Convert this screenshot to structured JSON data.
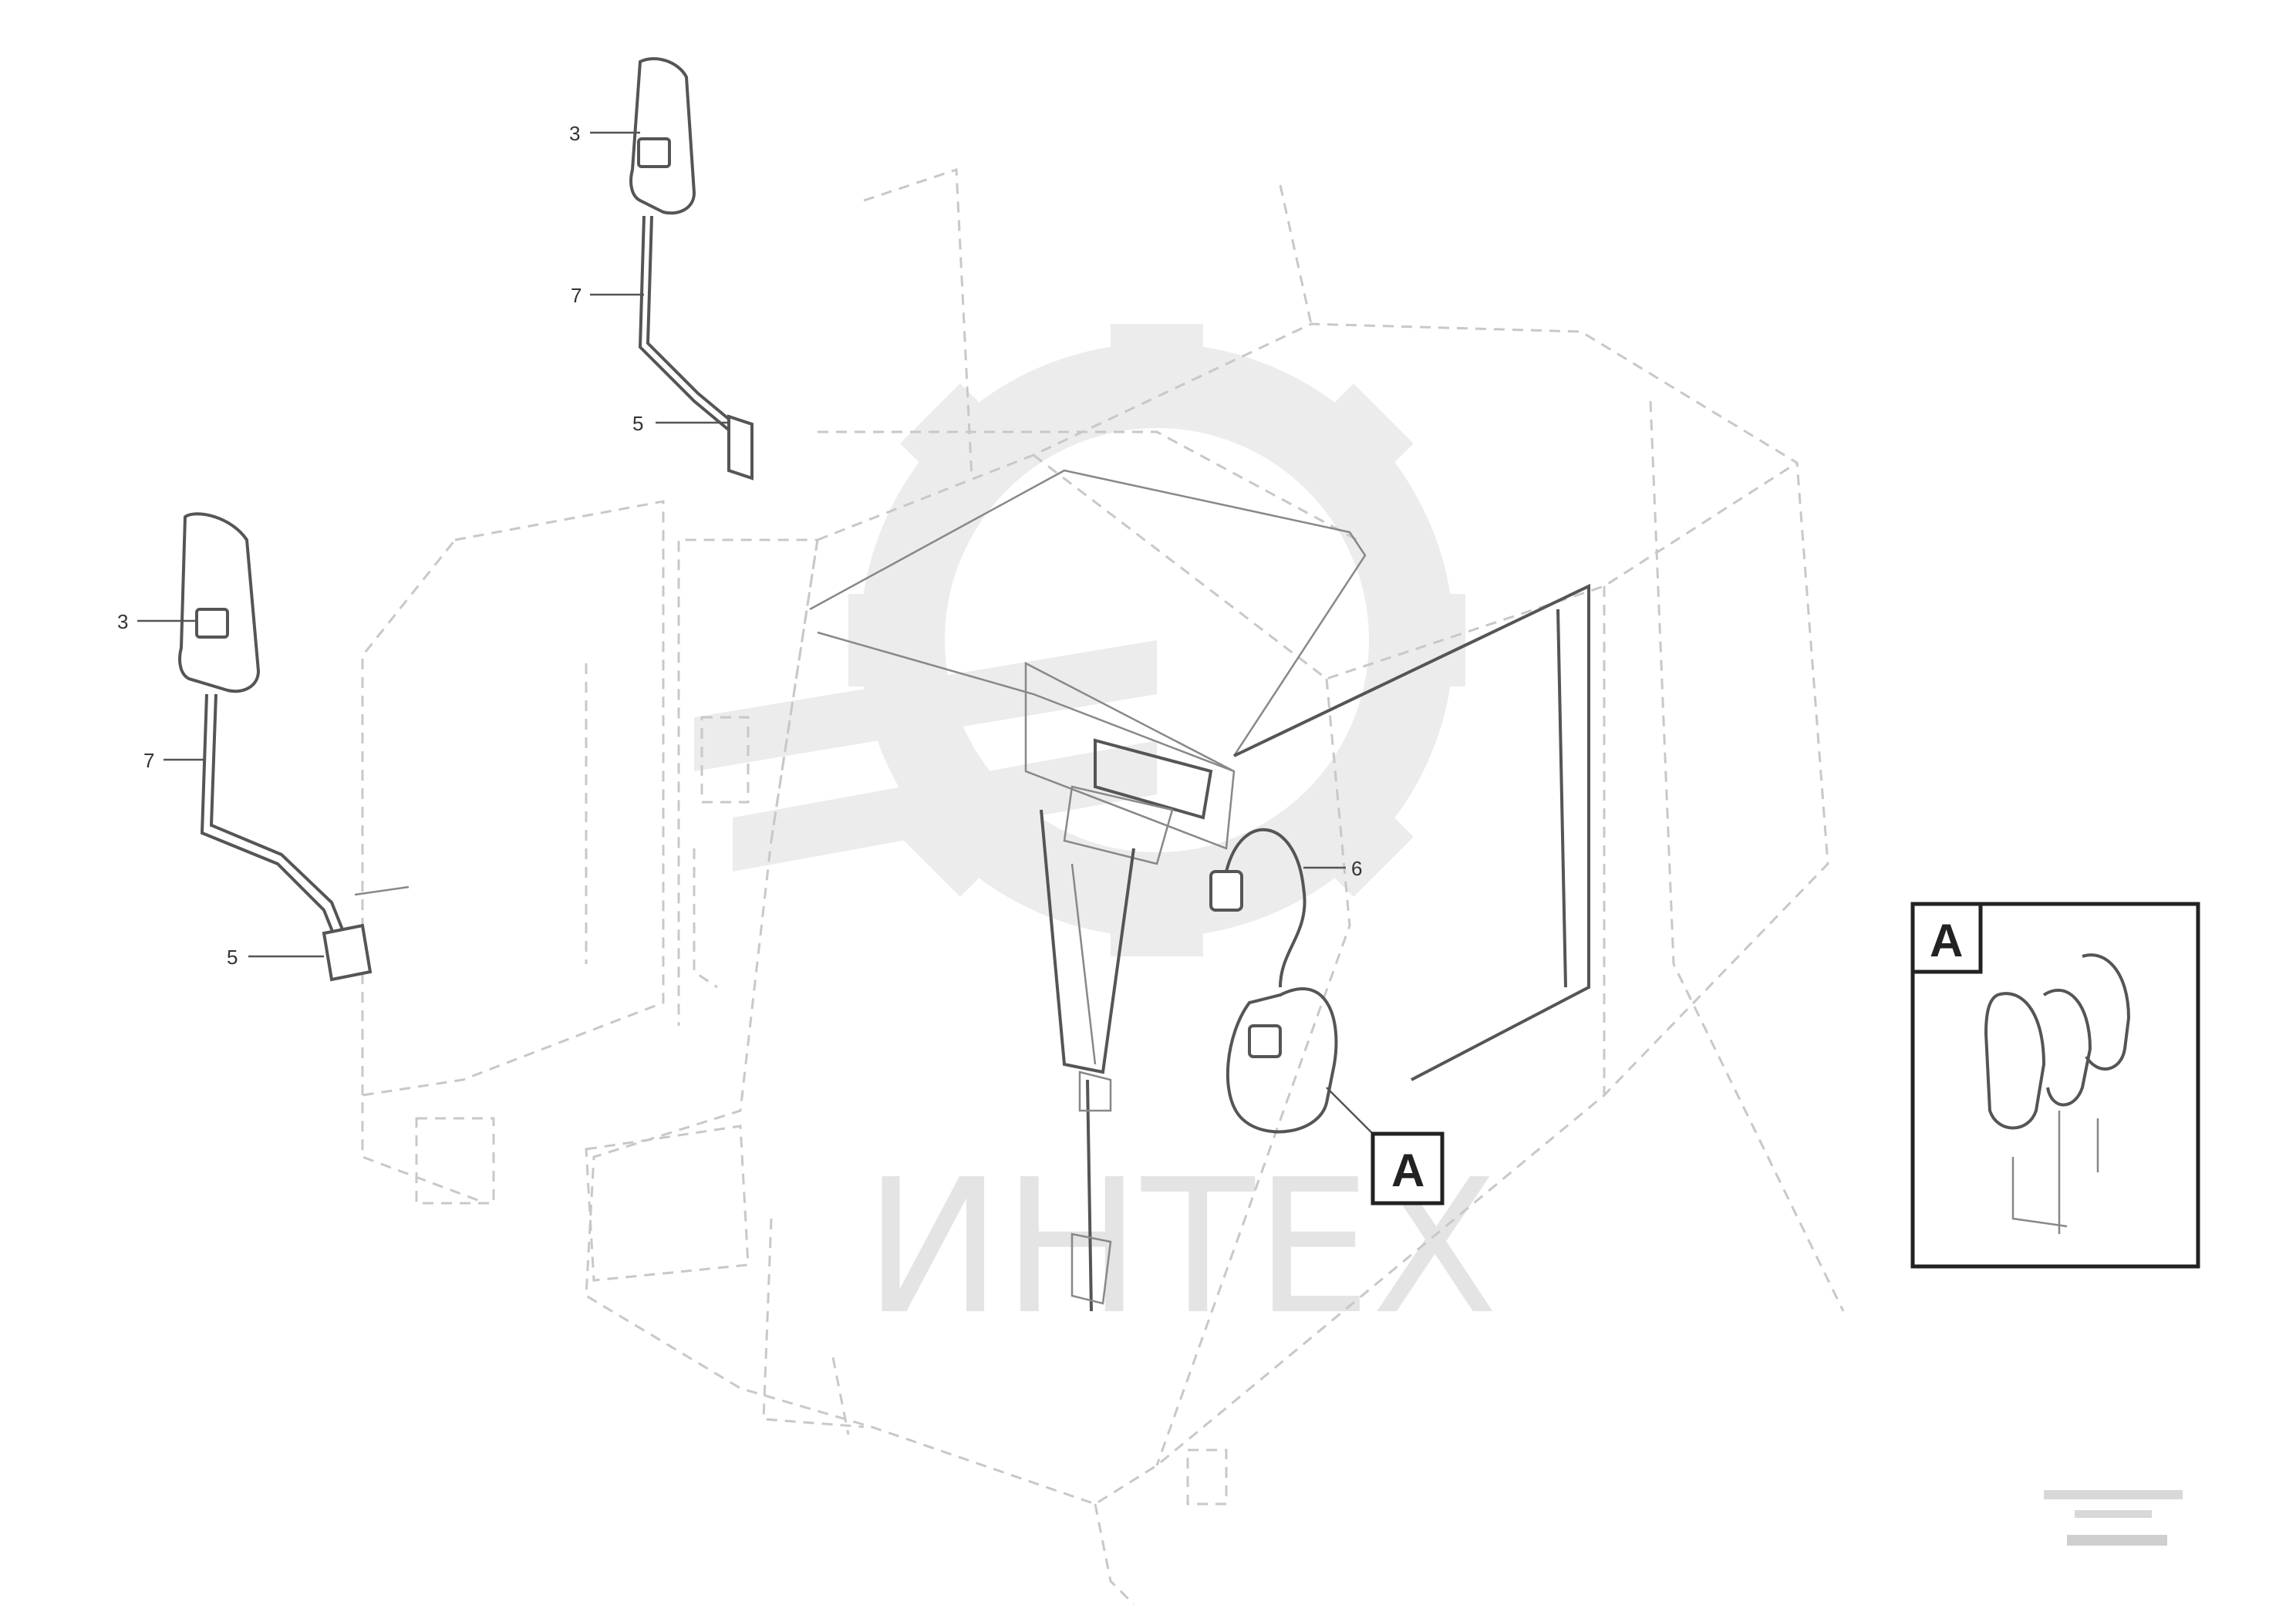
{
  "watermark": {
    "text": "ИНТЕХ",
    "color": "#e4e4e4"
  },
  "callouts": [
    {
      "label": "3"
    },
    {
      "label": "7"
    },
    {
      "label": "5"
    },
    {
      "label": "3"
    },
    {
      "label": "7"
    },
    {
      "label": "5"
    },
    {
      "label": "6"
    }
  ],
  "detail_reference": {
    "label": "A"
  },
  "detail_view": {
    "label": "A"
  },
  "drawing_codes": [
    "",
    "",
    ""
  ]
}
